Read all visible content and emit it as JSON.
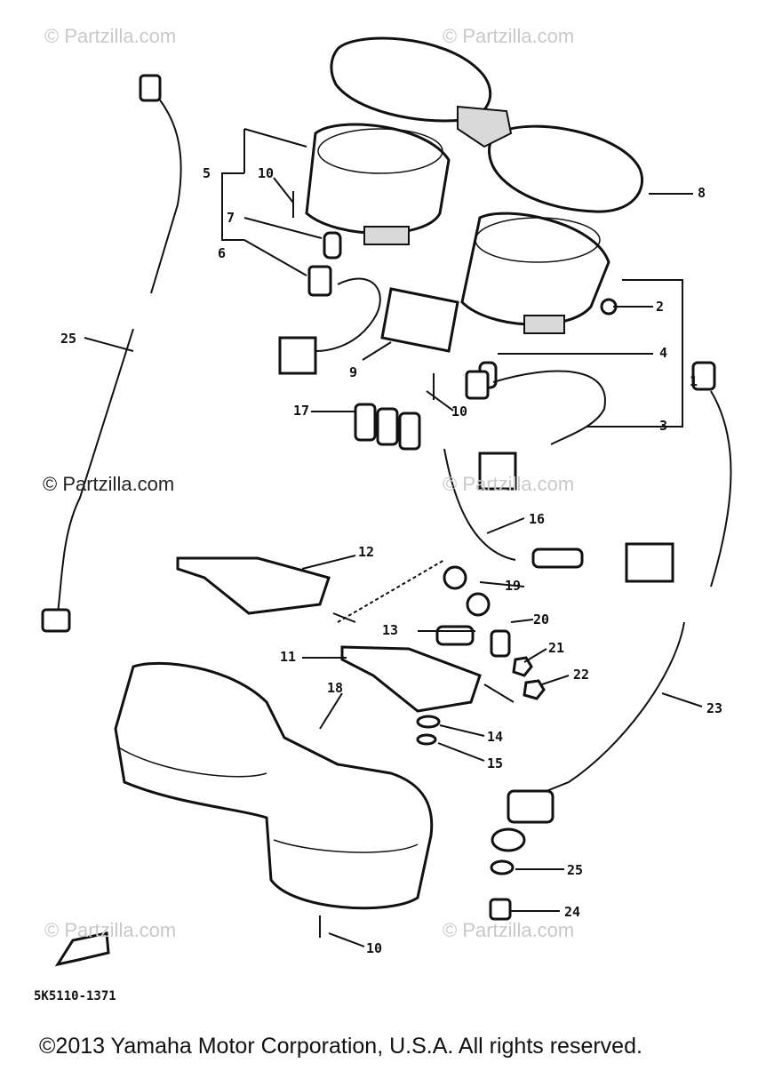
{
  "watermarks": {
    "top_left": "© Partzilla.com",
    "top_right": "© Partzilla.com",
    "middle_left": "© Partzilla.com",
    "middle_right": "© Partzilla.com",
    "bottom_left": "© Partzilla.com",
    "bottom_right": "© Partzilla.com"
  },
  "callouts": [
    "1",
    "2",
    "3",
    "4",
    "5",
    "6",
    "7",
    "8",
    "9",
    "10",
    "10",
    "10",
    "11",
    "12",
    "13",
    "14",
    "15",
    "16",
    "17",
    "18",
    "19",
    "20",
    "21",
    "22",
    "23",
    "25",
    "25",
    "24"
  ],
  "figure_code": "5K5110-1371",
  "copyright": "©2013 Yamaha Motor Corporation, U.S.A. All rights reserved."
}
